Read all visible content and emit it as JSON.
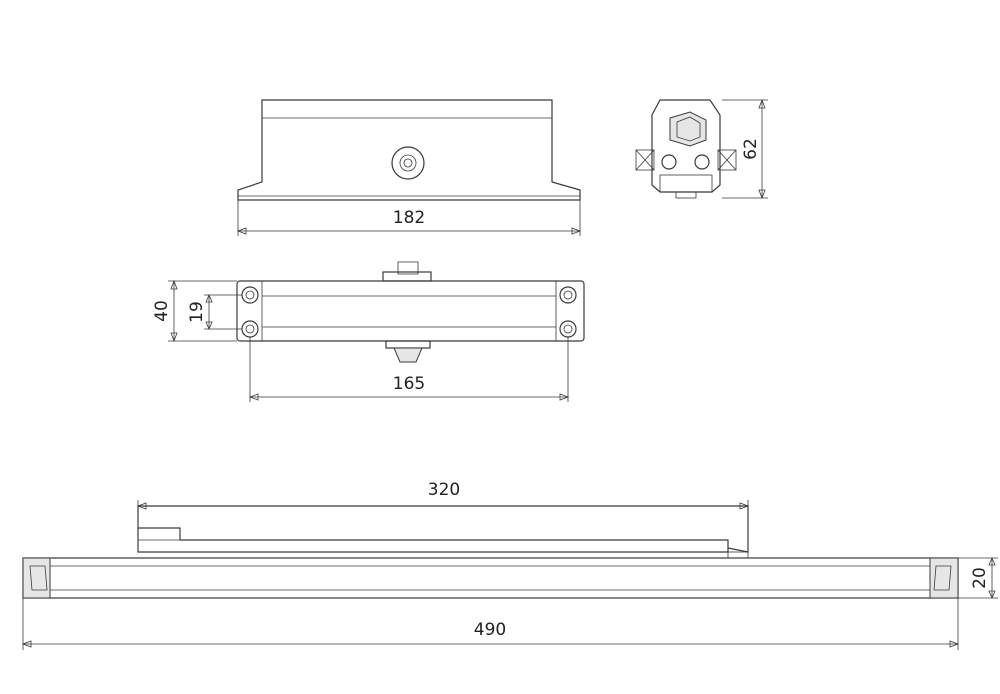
{
  "dimensions": {
    "body_length": "182",
    "body_height": "62",
    "mount_height": "40",
    "hole_spacing_vertical": "19",
    "hole_spacing_horizontal": "165",
    "slide_length": "320",
    "rail_length": "490",
    "rail_height": "20"
  },
  "icons": {
    "hole": "mounting-hole-icon",
    "adjuster": "hex-bolt-icon"
  }
}
